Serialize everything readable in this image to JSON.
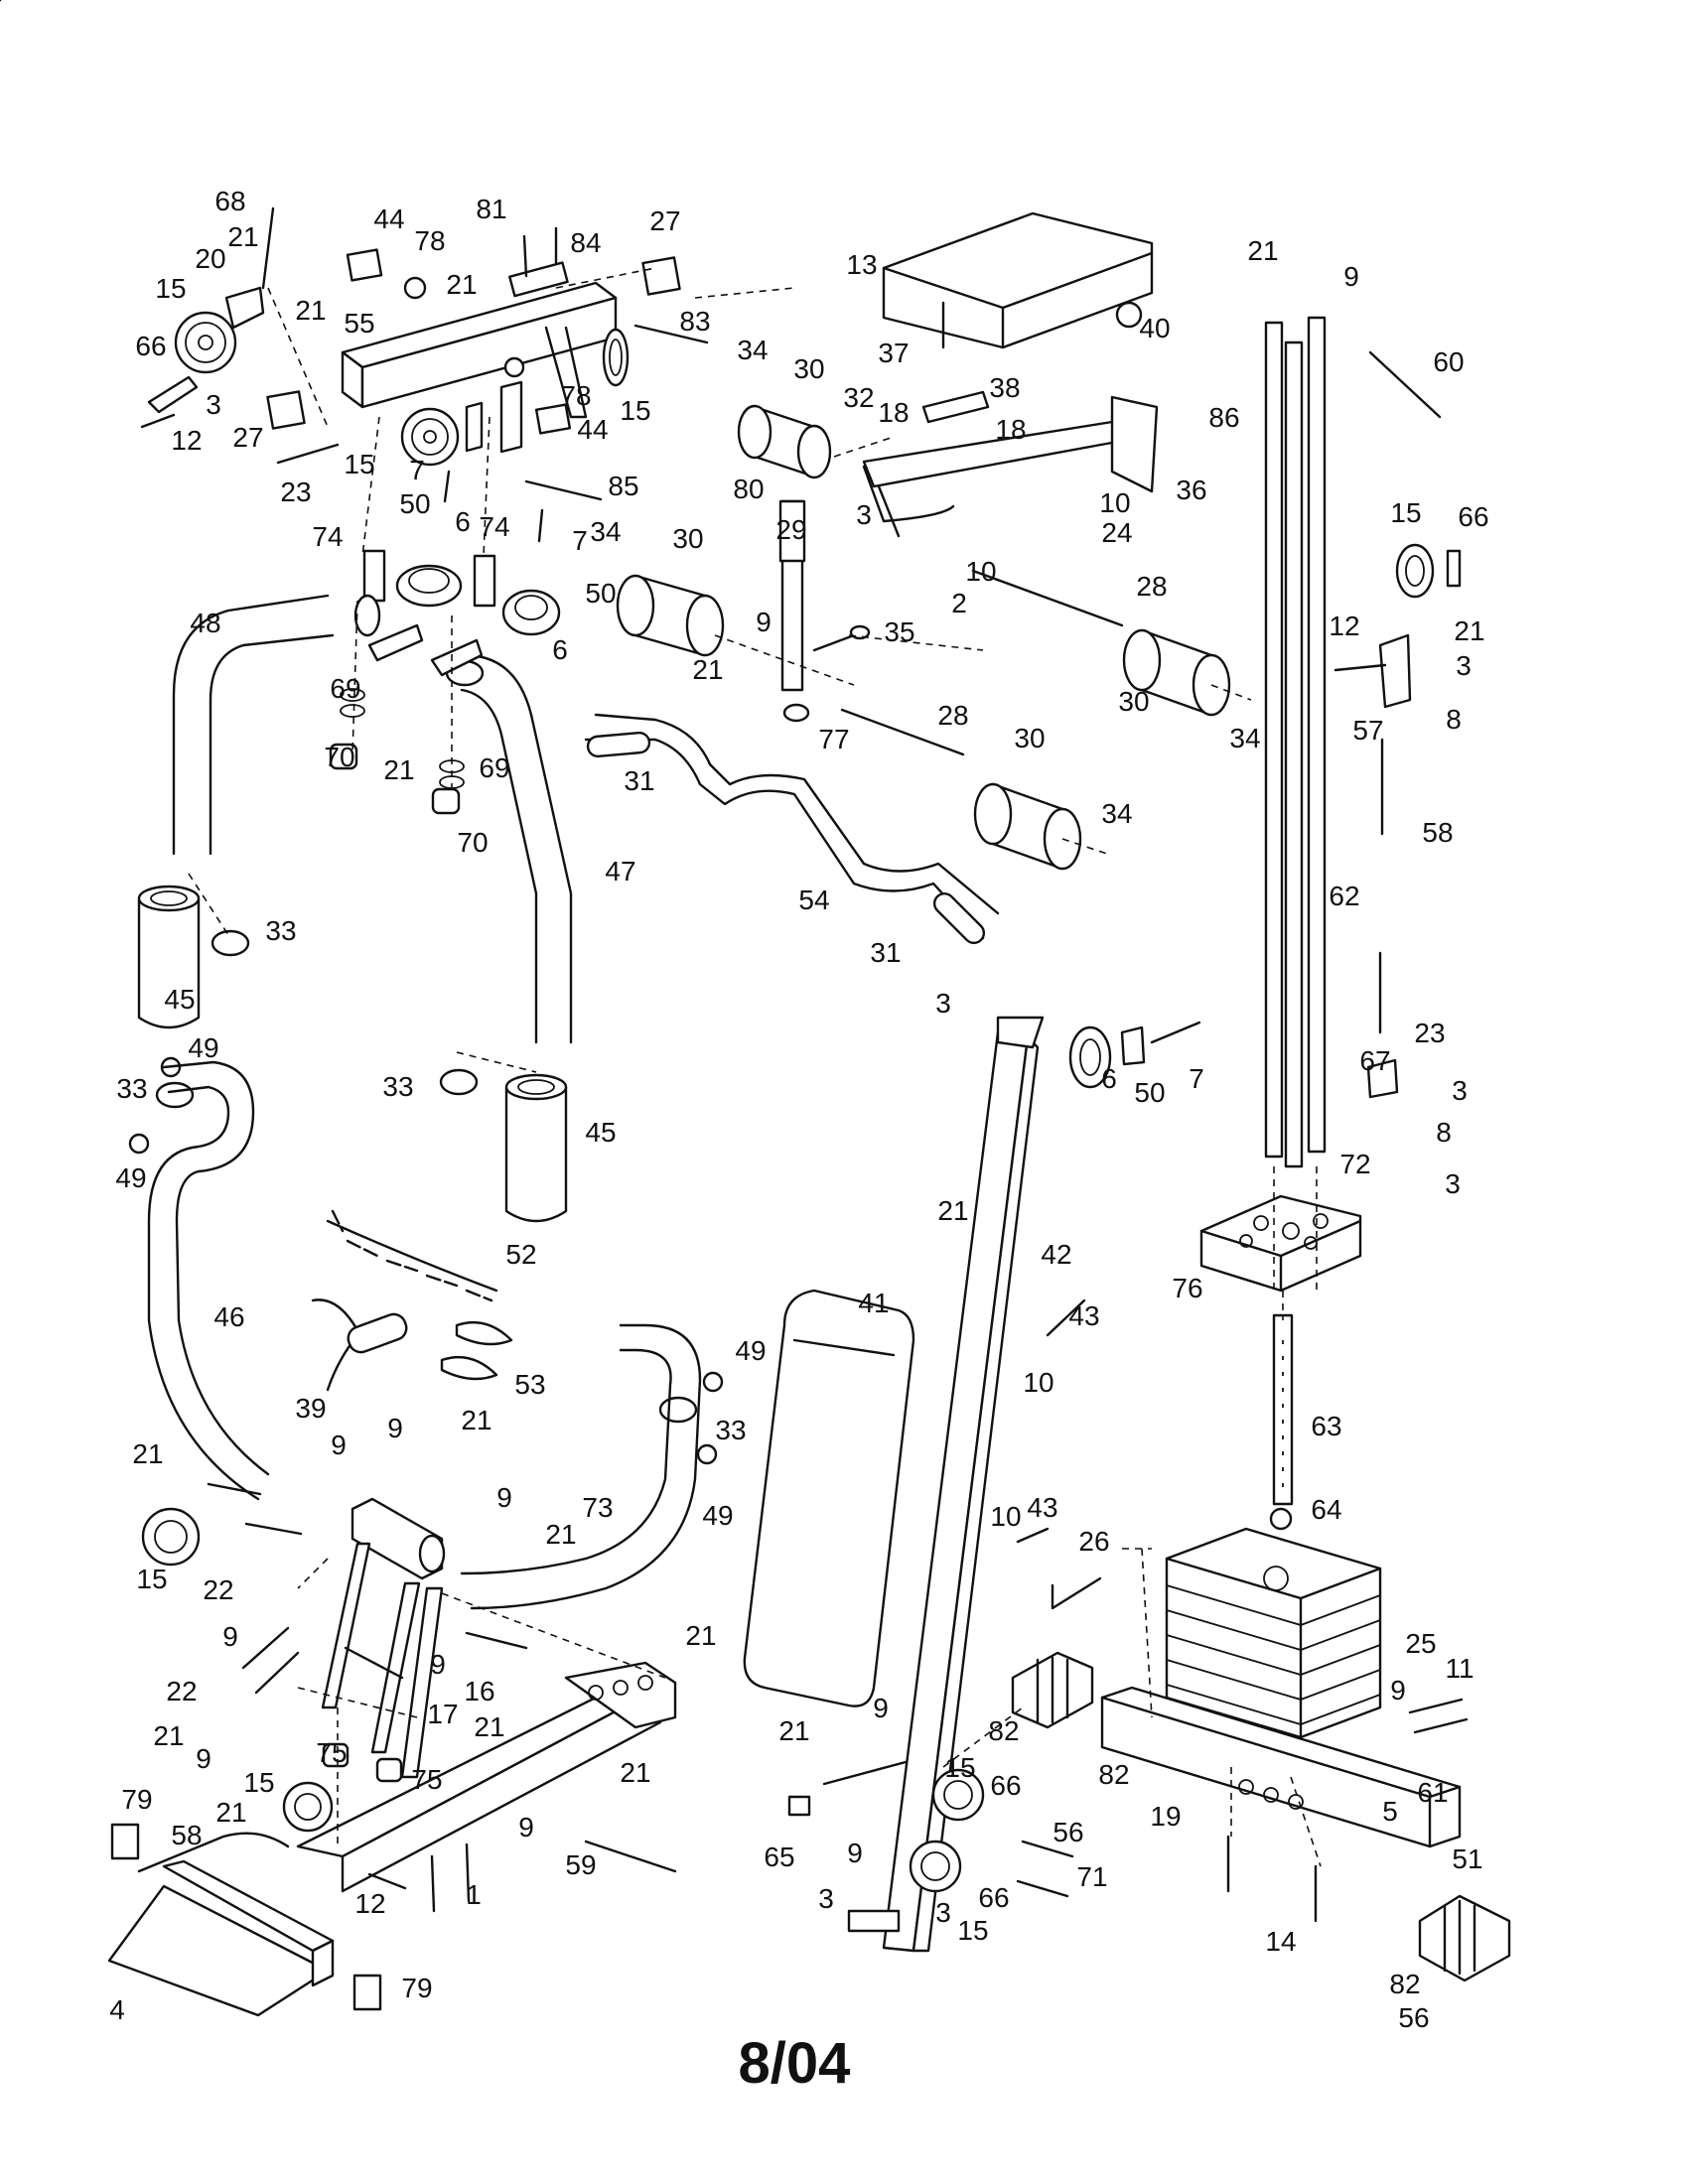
{
  "footer": {
    "date": "8/04"
  },
  "callouts": [
    [
      "68",
      232,
      212
    ],
    [
      "21",
      245,
      248
    ],
    [
      "20",
      212,
      270
    ],
    [
      "15",
      172,
      300
    ],
    [
      "66",
      152,
      358
    ],
    [
      "3",
      215,
      417
    ],
    [
      "12",
      188,
      453
    ],
    [
      "27",
      250,
      450
    ],
    [
      "21",
      313,
      322
    ],
    [
      "55",
      362,
      335
    ],
    [
      "44",
      392,
      230
    ],
    [
      "78",
      433,
      252
    ],
    [
      "21",
      465,
      296
    ],
    [
      "81",
      495,
      220
    ],
    [
      "84",
      590,
      254
    ],
    [
      "27",
      670,
      232
    ],
    [
      "83",
      700,
      333
    ],
    [
      "34",
      758,
      362
    ],
    [
      "78",
      580,
      408
    ],
    [
      "15",
      640,
      423
    ],
    [
      "44",
      597,
      442
    ],
    [
      "23",
      298,
      505
    ],
    [
      "15",
      362,
      477
    ],
    [
      "7",
      420,
      483
    ],
    [
      "85",
      628,
      499
    ],
    [
      "50",
      418,
      517
    ],
    [
      "6",
      466,
      535
    ],
    [
      "74",
      330,
      550
    ],
    [
      "74",
      498,
      540
    ],
    [
      "7",
      584,
      554
    ],
    [
      "34",
      610,
      545
    ],
    [
      "50",
      605,
      607
    ],
    [
      "6",
      564,
      664
    ],
    [
      "48",
      207,
      637
    ],
    [
      "69",
      348,
      703
    ],
    [
      "70",
      342,
      772
    ],
    [
      "21",
      402,
      785
    ],
    [
      "69",
      498,
      783
    ],
    [
      "70",
      476,
      858
    ],
    [
      "13",
      868,
      276
    ],
    [
      "37",
      900,
      365
    ],
    [
      "38",
      1012,
      400
    ],
    [
      "18",
      900,
      425
    ],
    [
      "18",
      1018,
      442
    ],
    [
      "32",
      865,
      410
    ],
    [
      "30",
      815,
      381
    ],
    [
      "80",
      754,
      502
    ],
    [
      "29",
      797,
      543
    ],
    [
      "3",
      870,
      528
    ],
    [
      "30",
      693,
      552
    ],
    [
      "10",
      1123,
      516
    ],
    [
      "24",
      1125,
      546
    ],
    [
      "36",
      1200,
      503
    ],
    [
      "86",
      1233,
      430
    ],
    [
      "40",
      1163,
      340
    ],
    [
      "2",
      966,
      617
    ],
    [
      "10",
      988,
      585
    ],
    [
      "28",
      1160,
      600
    ],
    [
      "35",
      906,
      646
    ],
    [
      "9",
      769,
      636
    ],
    [
      "21",
      713,
      684
    ],
    [
      "77",
      840,
      754
    ],
    [
      "30",
      1142,
      716
    ],
    [
      "34",
      1254,
      753
    ],
    [
      "28",
      960,
      730
    ],
    [
      "30",
      1037,
      753
    ],
    [
      "31",
      644,
      796
    ],
    [
      "54",
      820,
      916
    ],
    [
      "34",
      1125,
      829
    ],
    [
      "31",
      892,
      969
    ],
    [
      "21",
      1272,
      262
    ],
    [
      "9",
      1361,
      288
    ],
    [
      "60",
      1459,
      374
    ],
    [
      "15",
      1416,
      526
    ],
    [
      "66",
      1484,
      530
    ],
    [
      "21",
      1480,
      645
    ],
    [
      "12",
      1354,
      640
    ],
    [
      "3",
      1474,
      680
    ],
    [
      "8",
      1464,
      734
    ],
    [
      "57",
      1378,
      745
    ],
    [
      "58",
      1448,
      848
    ],
    [
      "62",
      1354,
      912
    ],
    [
      "23",
      1440,
      1050
    ],
    [
      "67",
      1385,
      1078
    ],
    [
      "3",
      1470,
      1108
    ],
    [
      "8",
      1454,
      1150
    ],
    [
      "72",
      1365,
      1182
    ],
    [
      "3",
      1463,
      1202
    ],
    [
      "76",
      1196,
      1307
    ],
    [
      "63",
      1336,
      1446
    ],
    [
      "64",
      1336,
      1530
    ],
    [
      "25",
      1431,
      1665
    ],
    [
      "11",
      1470,
      1690
    ],
    [
      "9",
      1408,
      1712
    ],
    [
      "61",
      1443,
      1815
    ],
    [
      "19",
      1174,
      1839
    ],
    [
      "5",
      1400,
      1834
    ],
    [
      "51",
      1478,
      1882
    ],
    [
      "14",
      1290,
      1965
    ],
    [
      "82",
      1415,
      2008
    ],
    [
      "56",
      1424,
      2042
    ],
    [
      "33",
      283,
      947
    ],
    [
      "45",
      181,
      1016
    ],
    [
      "49",
      205,
      1065
    ],
    [
      "33",
      133,
      1106
    ],
    [
      "49",
      132,
      1196
    ],
    [
      "47",
      625,
      887
    ],
    [
      "33",
      401,
      1104
    ],
    [
      "45",
      605,
      1150
    ],
    [
      "52",
      525,
      1273
    ],
    [
      "53",
      534,
      1404
    ],
    [
      "46",
      231,
      1336
    ],
    [
      "39",
      313,
      1428
    ],
    [
      "3",
      950,
      1020
    ],
    [
      "6",
      1117,
      1096
    ],
    [
      "50",
      1158,
      1110
    ],
    [
      "7",
      1205,
      1096
    ],
    [
      "21",
      960,
      1229
    ],
    [
      "42",
      1064,
      1273
    ],
    [
      "41",
      880,
      1322
    ],
    [
      "43",
      1092,
      1335
    ],
    [
      "10",
      1046,
      1402
    ],
    [
      "49",
      756,
      1370
    ],
    [
      "33",
      736,
      1450
    ],
    [
      "49",
      723,
      1536
    ],
    [
      "73",
      602,
      1528
    ],
    [
      "10",
      1013,
      1537
    ],
    [
      "43",
      1050,
      1528
    ],
    [
      "26",
      1102,
      1562
    ],
    [
      "9",
      398,
      1448
    ],
    [
      "21",
      480,
      1440
    ],
    [
      "9",
      341,
      1465
    ],
    [
      "21",
      149,
      1474
    ],
    [
      "15",
      153,
      1600
    ],
    [
      "22",
      220,
      1611
    ],
    [
      "9",
      508,
      1518
    ],
    [
      "21",
      565,
      1555
    ],
    [
      "9",
      232,
      1658
    ],
    [
      "9",
      441,
      1686
    ],
    [
      "16",
      483,
      1713
    ],
    [
      "22",
      183,
      1713
    ],
    [
      "21",
      170,
      1758
    ],
    [
      "9",
      205,
      1781
    ],
    [
      "17",
      446,
      1736
    ],
    [
      "21",
      493,
      1749
    ],
    [
      "75",
      334,
      1775
    ],
    [
      "75",
      430,
      1802
    ],
    [
      "15",
      261,
      1805
    ],
    [
      "21",
      233,
      1835
    ],
    [
      "58",
      188,
      1858
    ],
    [
      "79",
      138,
      1822
    ],
    [
      "21",
      706,
      1657
    ],
    [
      "21",
      640,
      1795
    ],
    [
      "9",
      530,
      1850
    ],
    [
      "59",
      585,
      1888
    ],
    [
      "12",
      373,
      1927
    ],
    [
      "1",
      477,
      1918
    ],
    [
      "79",
      420,
      2012
    ],
    [
      "4",
      118,
      2034
    ],
    [
      "21",
      800,
      1753
    ],
    [
      "9",
      887,
      1730
    ],
    [
      "15",
      967,
      1790
    ],
    [
      "66",
      1013,
      1808
    ],
    [
      "82",
      1011,
      1753
    ],
    [
      "82",
      1122,
      1797
    ],
    [
      "56",
      1076,
      1855
    ],
    [
      "65",
      785,
      1880
    ],
    [
      "9",
      861,
      1876
    ],
    [
      "3",
      832,
      1922
    ],
    [
      "3",
      950,
      1936
    ],
    [
      "15",
      980,
      1954
    ],
    [
      "66",
      1001,
      1921
    ],
    [
      "71",
      1100,
      1900
    ]
  ]
}
